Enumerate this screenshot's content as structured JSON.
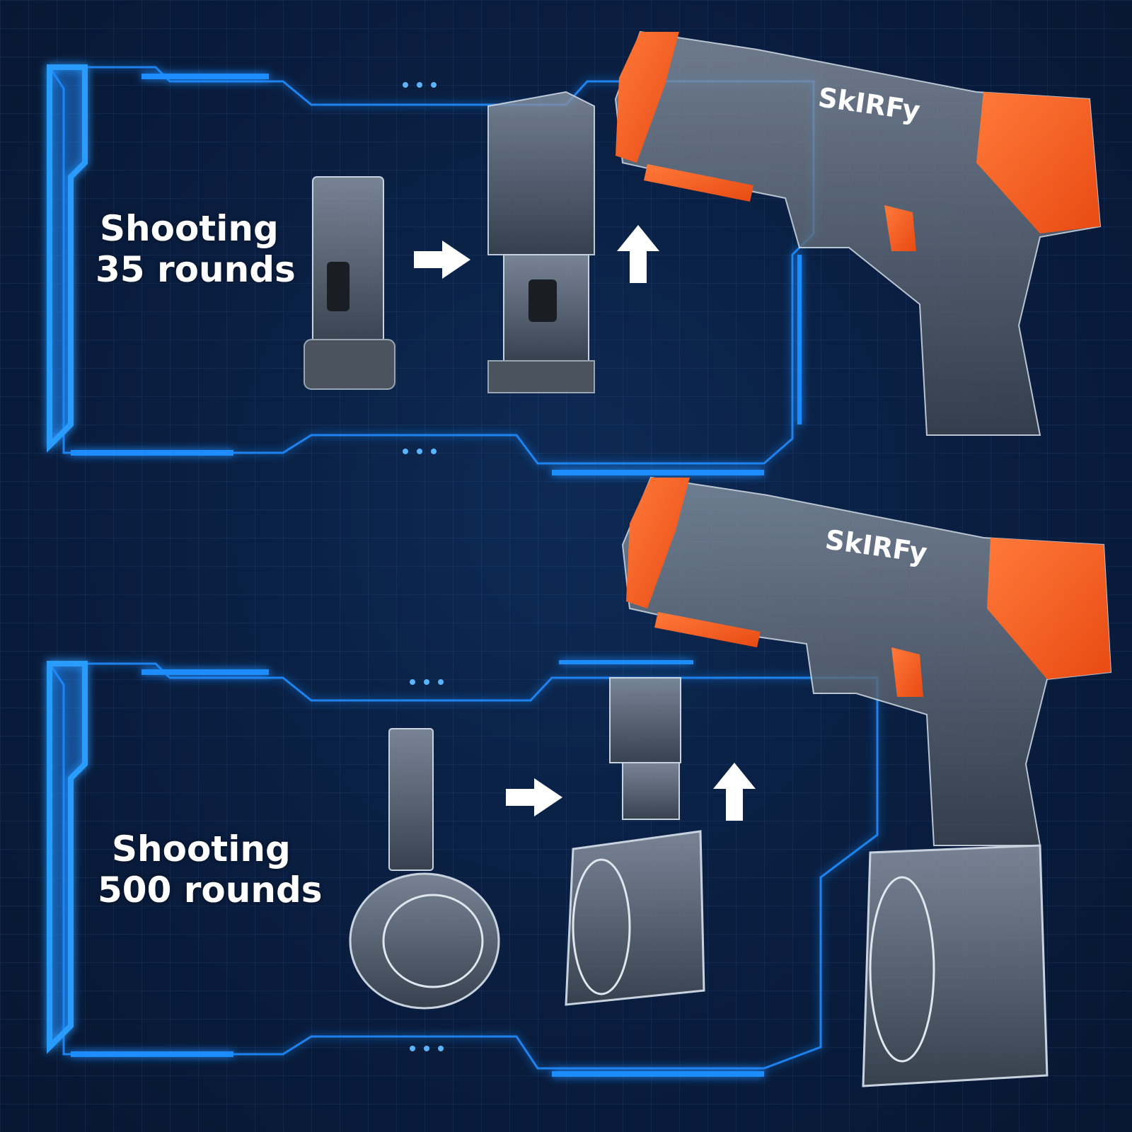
{
  "panels": [
    {
      "line1": "Shooting",
      "line2": "35 rounds"
    },
    {
      "line1": "Shooting",
      "line2": "500 rounds"
    }
  ],
  "brand": "SkIRFy",
  "colors": {
    "background": "#0a1f42",
    "frame_glow": "#1e8cff",
    "blaster_accent": "#ff5a1f",
    "blaster_body": "#5a6470",
    "arrow": "#ffffff"
  },
  "icons": [
    "right-arrow-icon",
    "up-arrow-icon",
    "dots-icon"
  ]
}
